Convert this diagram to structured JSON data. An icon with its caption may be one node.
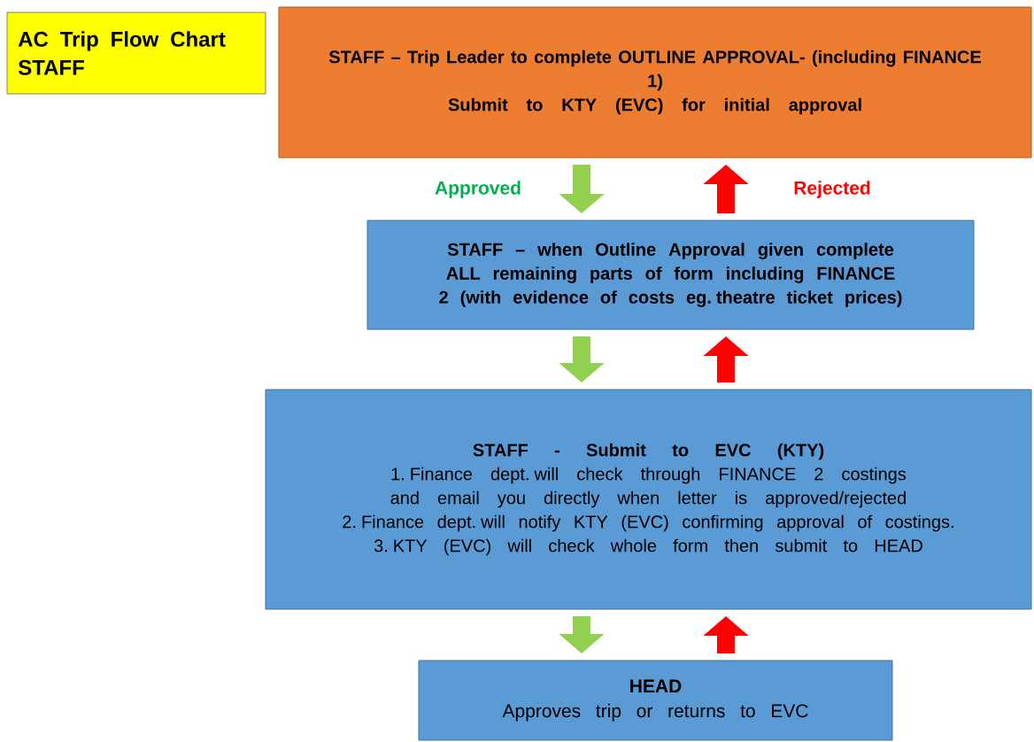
{
  "diagram": {
    "nodes": [
      {
        "text": [
          "AC Trip Flow Chart STAFF"
        ]
      },
      {
        "text": [
          "STAFF – Trip Leader to complete OUTLINE APPROVAL- (including FINANCE 1)",
          "Submit to KTY (EVC) for initial approval"
        ]
      },
      {
        "text": [
          "STAFF – when Outline Approval given complete ALL remaining parts of form including FINANCE 2 (with evidence of costs eg. theatre ticket prices)"
        ]
      },
      {
        "text": [
          "STAFF - Submit to EVC (KTY)",
          "1. Finance dept. will check through FINANCE 2 costings and email you directly when letter is approved/rejected",
          "2. Finance dept. will notify KTY (EVC) confirming approval of costings.",
          "3. KTY (EVC) will check whole form then submit to HEAD"
        ]
      },
      {
        "text": [
          "HEAD",
          "Approves trip or returns to EVC"
        ]
      }
    ],
    "edges": [
      {
        "from": 1,
        "to": 2,
        "arrow": "to",
        "label": "Approved",
        "color": "#92d050"
      },
      {
        "from": 2,
        "to": 1,
        "arrow": "to",
        "label": "Rejected",
        "color": "#ff0000"
      },
      {
        "from": 2,
        "to": 3,
        "arrow": "to",
        "color": "#92d050"
      },
      {
        "from": 3,
        "to": 2,
        "arrow": "to",
        "color": "#ff0000"
      },
      {
        "from": 3,
        "to": 4,
        "arrow": "to",
        "color": "#92d050"
      },
      {
        "from": 4,
        "to": 3,
        "arrow": "to",
        "color": "#ff0000"
      }
    ]
  }
}
